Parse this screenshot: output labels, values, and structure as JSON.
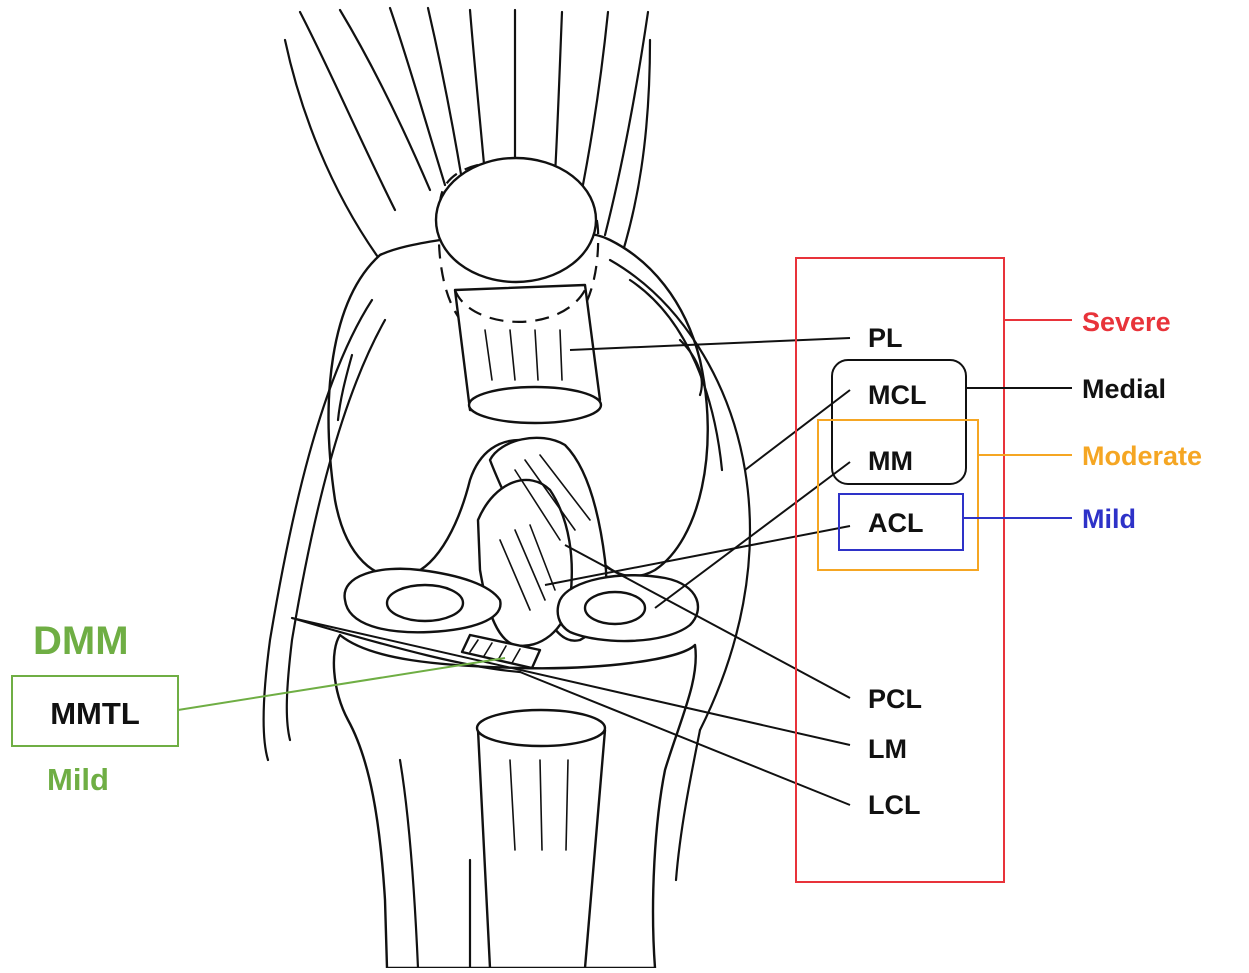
{
  "labels": {
    "pl": "PL",
    "mcl": "MCL",
    "mm": "MM",
    "acl": "ACL",
    "pcl": "PCL",
    "lm": "LM",
    "lcl": "LCL"
  },
  "categories": {
    "severe": "Severe",
    "medial": "Medial",
    "moderate": "Moderate",
    "mild": "Mild"
  },
  "model": {
    "dmm": "DMM",
    "mmtl": "MMTL",
    "mild": "Mild"
  },
  "colors": {
    "severe": "#e8333a",
    "medial": "#111111",
    "moderate": "#f5a623",
    "mild": "#2e32c8",
    "dmm": "#6fae44"
  }
}
